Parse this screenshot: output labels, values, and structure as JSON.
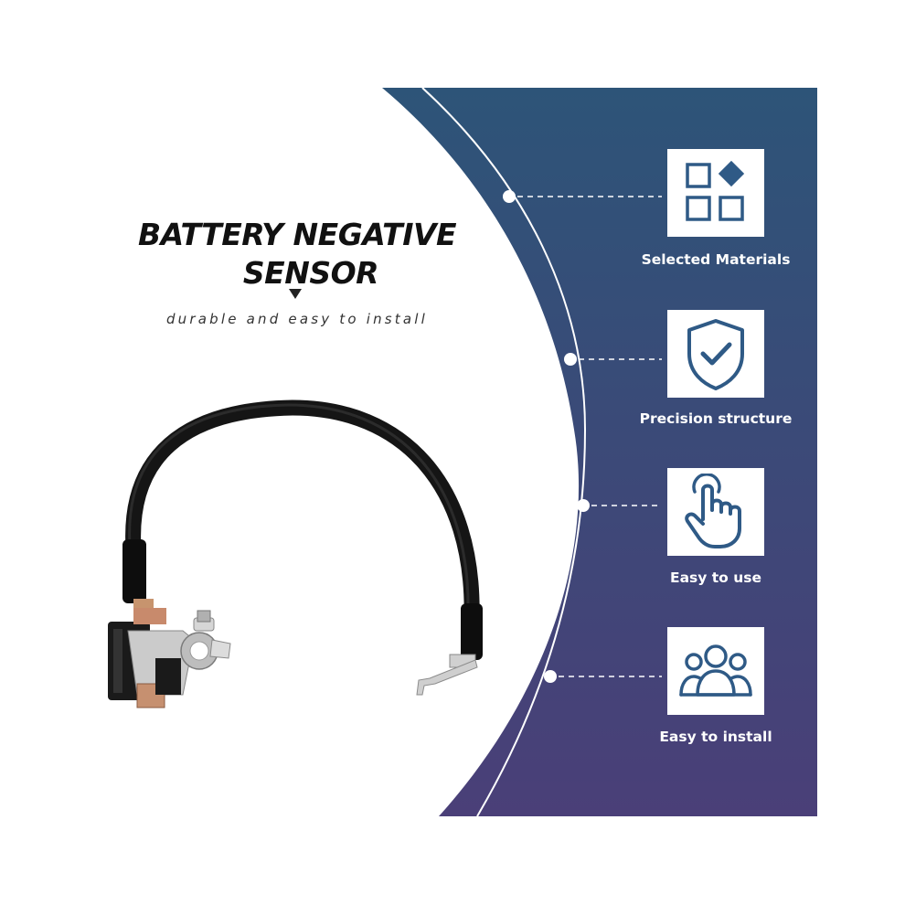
{
  "headline": {
    "line1": "BATTERY NEGATIVE",
    "line2": "SENSOR"
  },
  "tagline": "durable and easy to install",
  "features": [
    {
      "label": "Selected Materials",
      "icon": "grid-diamond-icon"
    },
    {
      "label": "Precision structure",
      "icon": "shield-check-icon"
    },
    {
      "label": "Easy to use",
      "icon": "tap-hand-icon"
    },
    {
      "label": "Easy to install",
      "icon": "user-group-icon"
    }
  ],
  "colors": {
    "panel_top": "#2d5478",
    "panel_bottom": "#4a3f78",
    "accent_white": "#ffffff",
    "icon_color": "#2f5a86"
  }
}
